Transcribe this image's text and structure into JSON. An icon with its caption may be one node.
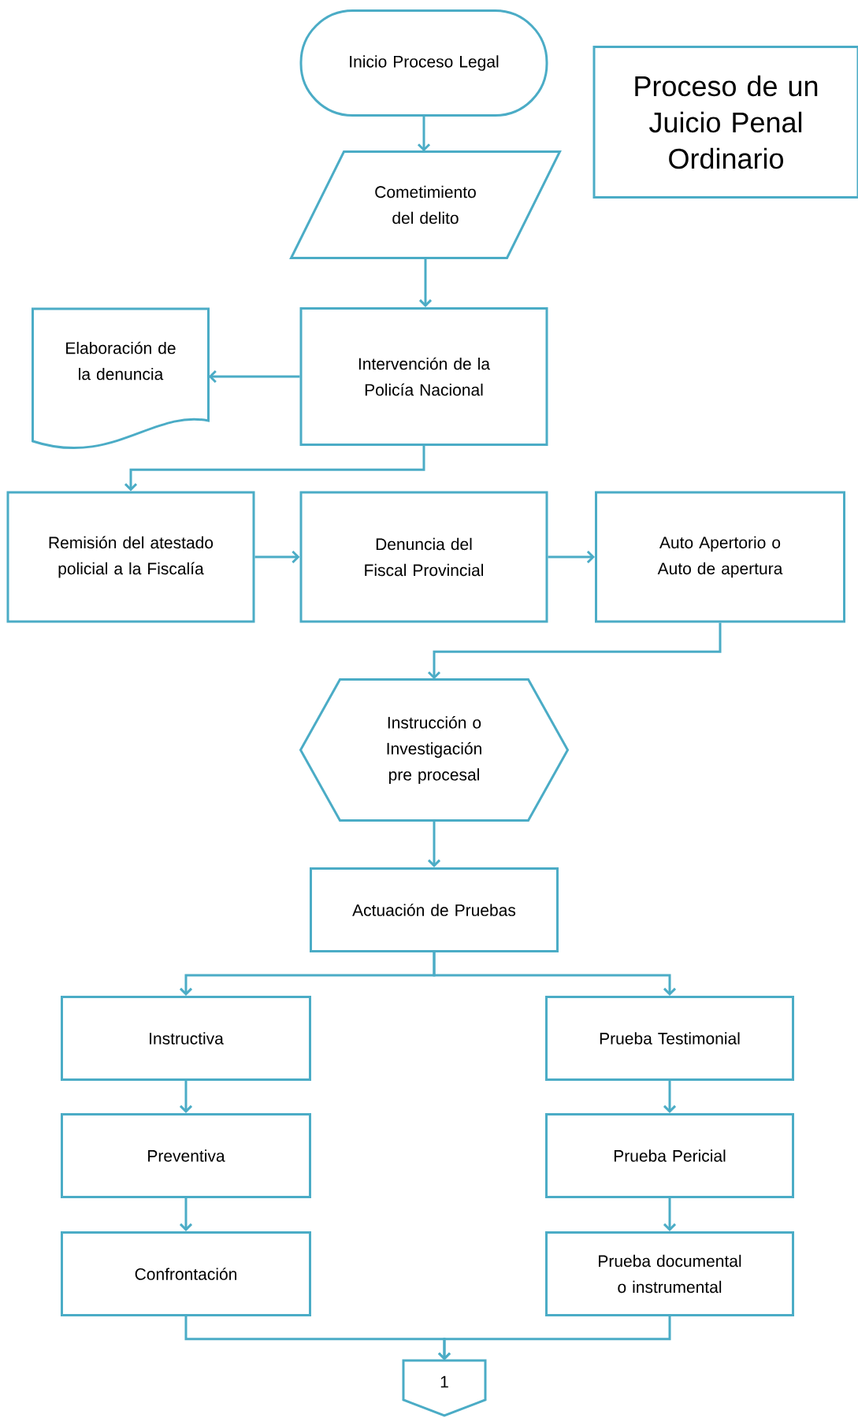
{
  "diagram": {
    "nodes": [
      {
        "text": [
          "Inicio Proceso Legal"
        ]
      },
      {
        "text": [
          "Cometimiento del delito"
        ]
      },
      {
        "text": [
          "Intervención de la Policía Nacional"
        ]
      },
      {
        "text": [
          "Elaboración de la denuncia"
        ]
      },
      {
        "text": [
          "Remisión del atestado policial a la Fiscalía"
        ]
      },
      {
        "text": [
          "Denuncia del Fiscal Provincial"
        ]
      },
      {
        "text": [
          "Auto Apertorio o Auto de apertura"
        ]
      },
      {
        "text": [
          "Instrucción o Investigación pre procesal"
        ]
      },
      {
        "text": [
          "Actuación de Pruebas"
        ]
      },
      {
        "text": [
          "Instructiva"
        ]
      },
      {
        "text": [
          "Prueba Testimonial"
        ]
      },
      {
        "text": [
          "Preventiva"
        ]
      },
      {
        "text": [
          "Prueba Pericial"
        ]
      },
      {
        "text": [
          "Confrontación"
        ]
      },
      {
        "text": [
          "Prueba documental o instrumental"
        ]
      },
      {
        "text": [
          "1"
        ]
      },
      {
        "text": [
          "Proceso de un Juicio Penal Ordinario"
        ]
      }
    ],
    "edges": [
      {
        "from": 0,
        "to": 1,
        "arrow": "to"
      },
      {
        "from": 1,
        "to": 2,
        "arrow": "to"
      },
      {
        "from": 2,
        "to": 3,
        "arrow": "to"
      },
      {
        "from": 2,
        "to": 4,
        "arrow": "to"
      },
      {
        "from": 4,
        "to": 5,
        "arrow": "to"
      },
      {
        "from": 5,
        "to": 6,
        "arrow": "to"
      },
      {
        "from": 6,
        "to": 7,
        "arrow": "to"
      },
      {
        "from": 7,
        "to": 8,
        "arrow": "to"
      },
      {
        "from": 8,
        "to": 9,
        "arrow": "to"
      },
      {
        "from": 8,
        "to": 10,
        "arrow": "to"
      },
      {
        "from": 9,
        "to": 11,
        "arrow": "to"
      },
      {
        "from": 11,
        "to": 13,
        "arrow": "to"
      },
      {
        "from": 10,
        "to": 12,
        "arrow": "to"
      },
      {
        "from": 12,
        "to": 14,
        "arrow": "to"
      },
      {
        "from": 13,
        "to": 15,
        "arrow": "to"
      },
      {
        "from": 14,
        "to": 15,
        "arrow": "to"
      }
    ]
  }
}
